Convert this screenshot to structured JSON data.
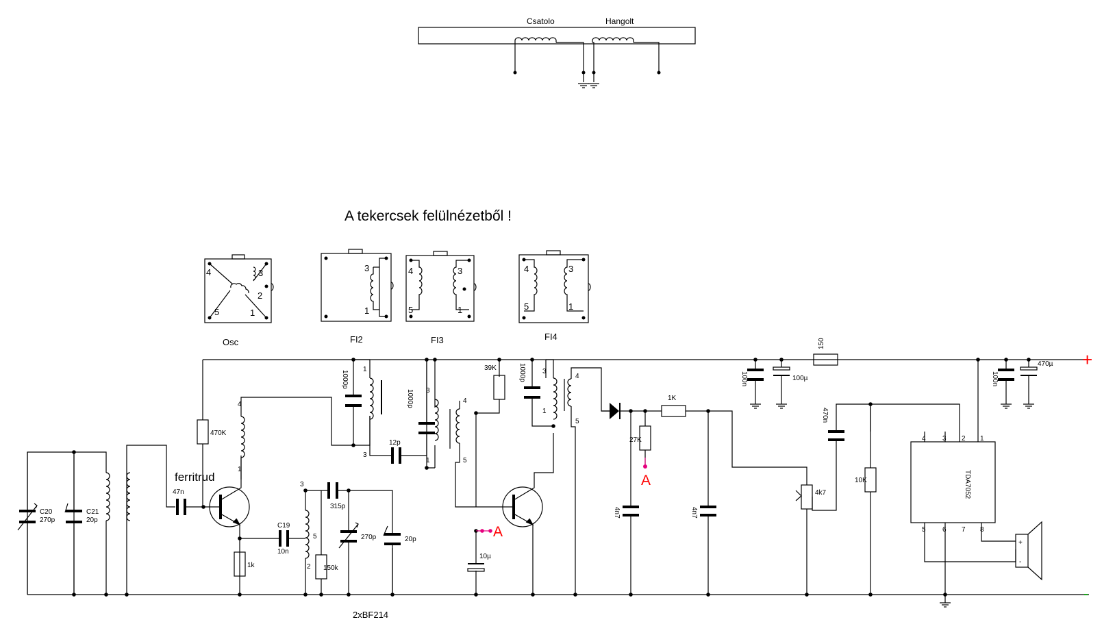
{
  "title": "A tekercsek felülnézetből !",
  "top_diagram": {
    "coupling": "Csatolo",
    "tuned": "Hangolt"
  },
  "coils": {
    "osc": {
      "name": "Osc",
      "pins": [
        "4",
        "3",
        "2",
        "5",
        "1"
      ]
    },
    "fi2": {
      "name": "FI2",
      "pins": [
        "3",
        "1"
      ]
    },
    "fi3": {
      "name": "FI3",
      "pins": [
        "4",
        "3",
        "5",
        "1"
      ]
    },
    "fi4": {
      "name": "FI4",
      "pins": [
        "4",
        "3",
        "5",
        "1"
      ]
    }
  },
  "components": {
    "c20": "C20",
    "c20_val": "270p",
    "c21": "C21",
    "c21_val": "20p",
    "c47n": "47n",
    "r470k": "470K",
    "ferrite": "ferritrud",
    "c19": "C19",
    "c19_val": "10n",
    "r1k_e": "1k",
    "c315p": "315p",
    "r150k": "150k",
    "c270p": "270p",
    "c20p": "20p",
    "c1000p_a": "1000p",
    "c12p": "12p",
    "c1000p_b": "1000p",
    "r39k": "39K",
    "c1000p_c": "1000p",
    "c10u": "10µ",
    "r27k": "27K",
    "r1k": "1K",
    "c4n7_a": "4n7",
    "c4n7_b": "4n7",
    "r150": "150",
    "c100n_a": "100n",
    "c100u": "100µ",
    "c470n": "470n",
    "pot": "4k7",
    "r10k": "10K",
    "ic": "TDA7052",
    "c100n_b": "100n",
    "c470u": "470µ",
    "transistors": "2xBF214"
  },
  "test_point": "A",
  "supply": {
    "plus": "+",
    "minus": "-"
  },
  "ic_pins": [
    "4",
    "3",
    "2",
    "1",
    "5",
    "6",
    "7",
    "8"
  ],
  "winding_pins": {
    "osc_l": [
      "4",
      "1"
    ],
    "fi2_l": [
      "1",
      "3"
    ],
    "fi3_l": [
      "3",
      "1"
    ],
    "fi3_r": [
      "4",
      "5"
    ],
    "fi4_l": [
      "3",
      "1"
    ],
    "fi4_r": [
      "4",
      "5"
    ],
    "ant": [
      "3",
      "5",
      "2"
    ]
  },
  "colors": {
    "wire": "#000000",
    "test_point": "#ff0000",
    "test_point_dot": "#e6007e",
    "minus": "#00a000"
  }
}
